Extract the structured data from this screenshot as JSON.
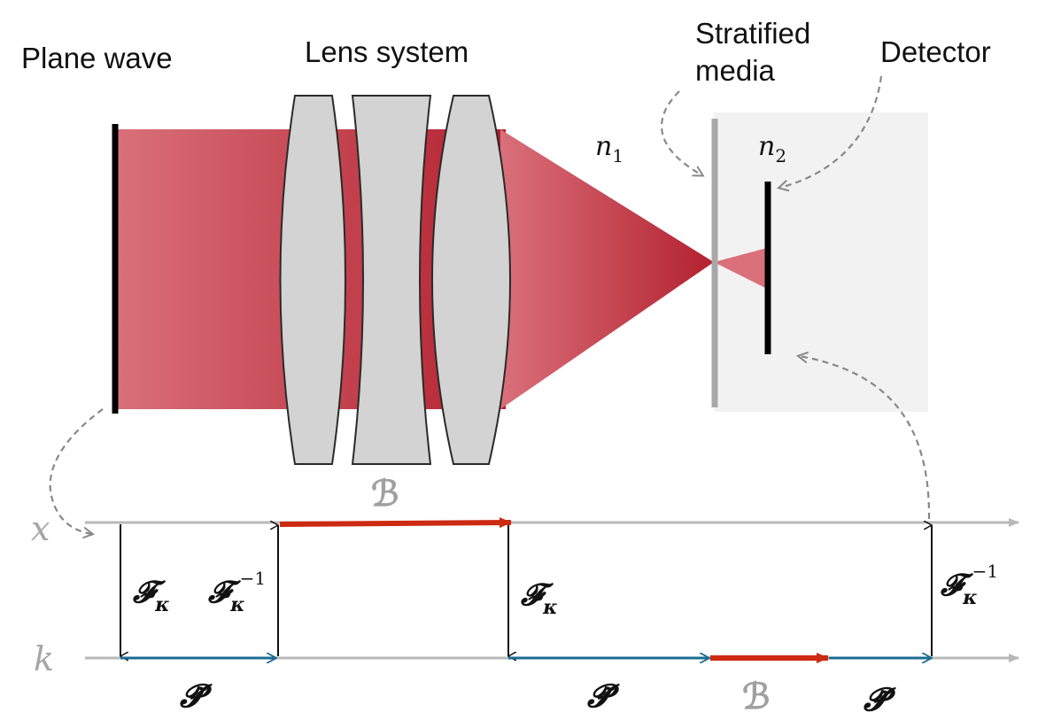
{
  "labels": {
    "plane_wave": "Plane wave",
    "lens_system": "Lens system",
    "stratified_media_line1": "Stratified",
    "stratified_media_line2": "media",
    "detector": "Detector"
  },
  "refractive_indices": {
    "n1": {
      "base": "n",
      "sub": "1"
    },
    "n2": {
      "base": "n",
      "sub": "2"
    }
  },
  "axes": {
    "x_label": "x",
    "k_label": "k"
  },
  "operators": {
    "B_top": "ℬ",
    "B_bottom": "ℬ",
    "P_left": "𝓟̃",
    "P_middle": "𝓟̃",
    "P_right": "𝓟̃",
    "F1": {
      "base": "𝓕",
      "sub": "κ"
    },
    "Finv1": {
      "base": "𝓕",
      "sub": "κ",
      "sup": "−1"
    },
    "F2": {
      "base": "𝓕",
      "sub": "κ"
    },
    "Finv2": {
      "base": "𝓕",
      "sub": "κ",
      "sup": "−1"
    }
  },
  "colors": {
    "beam_dark": "#b3212f",
    "beam_light": "#d9707a",
    "lens_fill": "#d3d3d3",
    "lens_stroke": "#2a2a2a",
    "media_box": "#f2f2f2",
    "axis_gray": "#b8b8b8",
    "arrow_red": "#cc2a12",
    "arrow_blue": "#1b6c92",
    "dashed_gray": "#888888",
    "axis_label_gray": "#a6a6a6",
    "operator_gray": "#a0a0a0"
  }
}
